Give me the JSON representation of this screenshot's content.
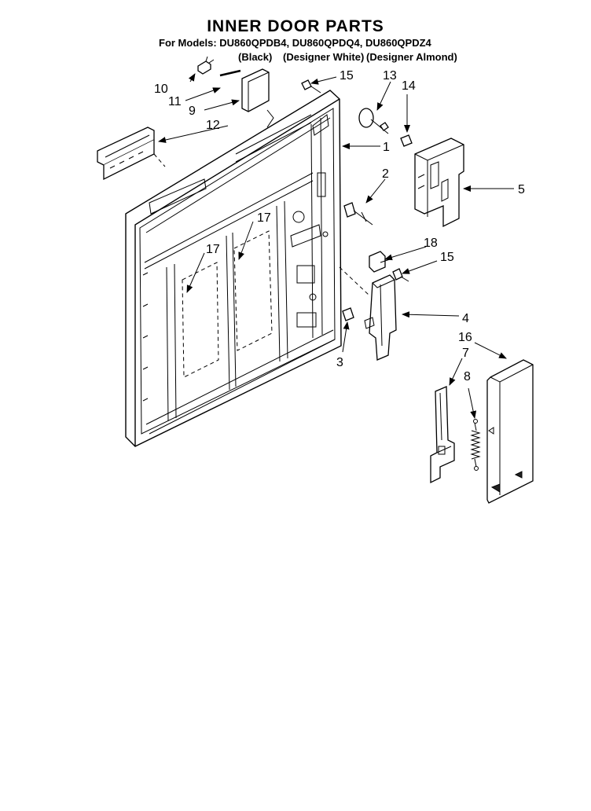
{
  "title": "INNER DOOR PARTS",
  "models_line": "For Models: DU860QPDB4, DU860QPDQ4, DU860QPDZ4",
  "colors": {
    "black": "(Black)",
    "white": "(Designer White)",
    "almond": "(Designer Almond)"
  },
  "callouts": {
    "p1": "1",
    "p2": "2",
    "p3": "3",
    "p4": "4",
    "p5": "5",
    "p7": "7",
    "p8": "8",
    "p9": "9",
    "p10": "10",
    "p11": "11",
    "p12": "12",
    "p13": "13",
    "p14": "14",
    "p15a": "15",
    "p15b": "15",
    "p16": "16",
    "p17a": "17",
    "p17b": "17",
    "p18": "18"
  }
}
